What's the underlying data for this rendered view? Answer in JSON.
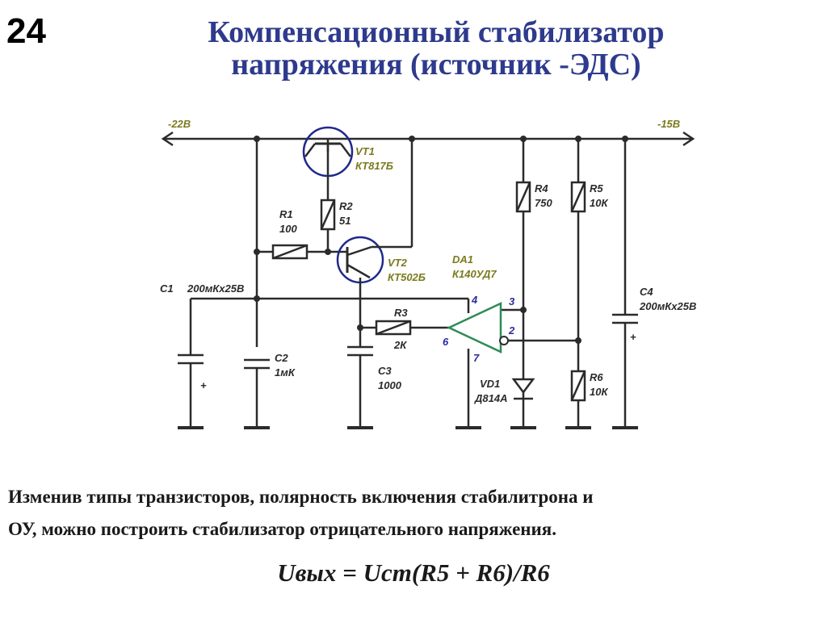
{
  "slide": {
    "number": "24",
    "title_line1": "Компенсационный стабилизатор",
    "title_line2": "напряжения (источник -ЭДС)"
  },
  "diagram": {
    "input_voltage": "-22В",
    "output_voltage": "-15В",
    "vt1": {
      "name": "VT1",
      "type": "КТ817Б"
    },
    "vt2": {
      "name": "VT2",
      "type": "КТ502Б"
    },
    "r1": {
      "name": "R1",
      "value": "100"
    },
    "r2": {
      "name": "R2",
      "value": "51"
    },
    "r3": {
      "name": "R3",
      "value": "2К"
    },
    "r4": {
      "name": "R4",
      "value": "750"
    },
    "r5": {
      "name": "R5",
      "value": "10К"
    },
    "r6": {
      "name": "R6",
      "value": "10К"
    },
    "c1": {
      "name": "C1",
      "value": "200мКх25В"
    },
    "c2": {
      "name": "C2",
      "value": "1мК"
    },
    "c3": {
      "name": "C3",
      "value": "1000"
    },
    "c4": {
      "name": "C4",
      "value": "200мКх25В"
    },
    "da1": {
      "name": "DA1",
      "type": "К140УД7"
    },
    "vd1": {
      "name": "VD1",
      "type": "Д814А"
    },
    "pins": {
      "p2": "2",
      "p3": "3",
      "p4": "4",
      "p6": "6",
      "p7": "7"
    },
    "plus_sign": "+"
  },
  "text": {
    "line1": "Изменив типы транзисторов, полярность включения стабилитрона и",
    "line2": "ОУ, можно построить стабилизатор отрицательного напряжения.",
    "formula": "Uвых = Uст(R5 + R6)/R6"
  },
  "colors": {
    "title": "#2e3a8c",
    "wire": "#2b2b2b",
    "transistor_circle": "#1f2a8a",
    "opamp": "#2e8b57",
    "pin_numbers": "#2a2aa0",
    "component_labels": "#7a7a1e"
  }
}
